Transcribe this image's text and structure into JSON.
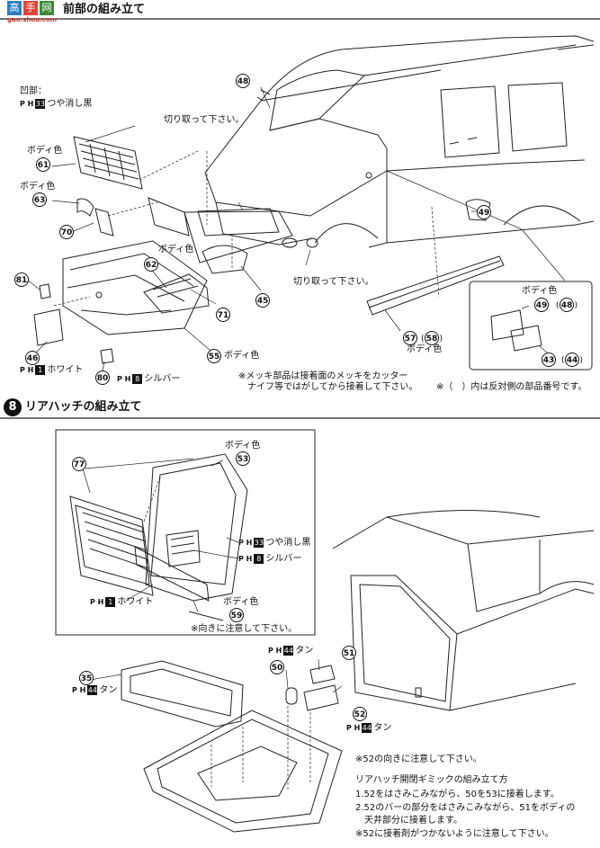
{
  "site_logo": {
    "chars": [
      "高",
      "手",
      "网"
    ],
    "url": "gao.shou.com"
  },
  "step7": {
    "title": "前部の組み立て",
    "labels": {
      "recess": "凹部：",
      "flat_black": "つや消し黒",
      "body_color_61": "ボディ色",
      "body_color_63": "ボディ色",
      "body_color_62": "ボディ色",
      "body_color_55": "ボディ色",
      "body_color_49": "ボディ色",
      "body_color_57": "ボディ色",
      "cut_1": "切り取って下さい。",
      "cut_2": "切り取って下さい。",
      "white": "ホワイト",
      "silver": "シルバー",
      "ph": "P H",
      "code_33": "33",
      "code_1": "1",
      "code_8": "8"
    },
    "parts": {
      "p48": "48",
      "p61": "61",
      "p63": "63",
      "p70": "70",
      "p62": "62",
      "p81": "81",
      "p45": "45",
      "p71": "71",
      "p46": "46",
      "p80": "80",
      "p55": "55",
      "p49": "49",
      "p57": "57",
      "p58": "58",
      "p43": "43",
      "p44": "44",
      "p49b": "49",
      "p48b": "48"
    },
    "notes": {
      "chrome_1": "※メッキ部品は接着面のメッキをカッター",
      "chrome_2": "ナイフ等ではがしてから接着して下さい。",
      "mirror": "※（　）内は反対側の部品番号です。"
    }
  },
  "step8": {
    "number": "8",
    "title": "リアハッチの組み立て",
    "labels": {
      "body_color_53": "ボディ色",
      "flat_black": "つや消し黒",
      "silver": "シルバー",
      "white": "ホワイト",
      "body_color_59": "ボディ色",
      "orientation": "※向きに注意して下さい。",
      "tan_35": "タン",
      "tan_top": "タン",
      "tan_52": "タン",
      "ph": "P H",
      "code_33": "33",
      "code_8": "8",
      "code_1": "1",
      "code_44": "44"
    },
    "parts": {
      "p77": "77",
      "p53": "53",
      "p59": "59",
      "p35": "35",
      "p50": "50",
      "p51": "51",
      "p52": "52"
    },
    "notes": {
      "n52": "※52の向きに注意して下さい。",
      "gimmick_title": "リアハッチ開閉ギミックの組み立て方",
      "g1": "1.52をはさみこみながら、50を53に接着します。",
      "g2a": "2.52のバーの部分をはさみこみながら、51をボディの",
      "g2b": "天井部分に接着します。",
      "g3": "※52に接着剤がつかないように注意して下さい。"
    }
  }
}
